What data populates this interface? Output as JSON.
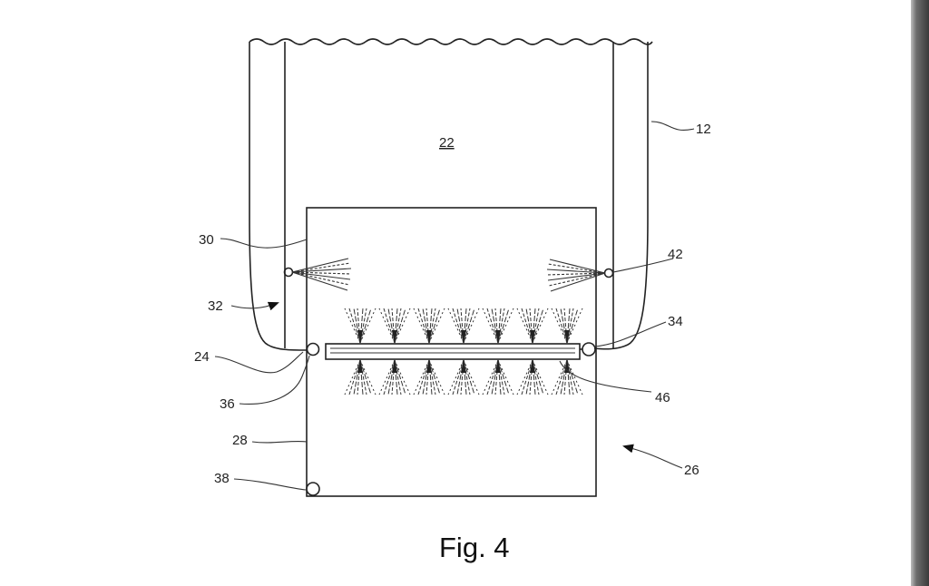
{
  "figure": {
    "caption": "Fig. 4",
    "labels": {
      "housing": "12",
      "chamber": "22",
      "junction_left": "24",
      "assembly": "26",
      "tank_wall": "28",
      "upper_nozzle_left": "30",
      "arrow_left": "32",
      "port_right": "34",
      "port_left": "36",
      "drain": "38",
      "upper_nozzle_right": "42",
      "spray_bar": "46"
    }
  }
}
